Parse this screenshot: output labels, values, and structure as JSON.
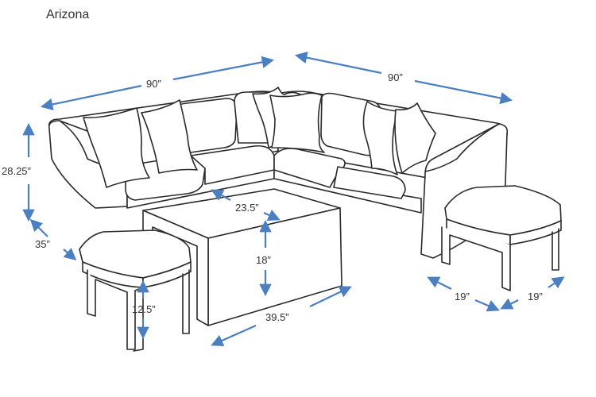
{
  "title": "Arizona",
  "colors": {
    "arrow": "#4a7fc1",
    "outline": "#2a2a2a"
  },
  "dimensions": {
    "sofa_left_width": "90”",
    "sofa_right_width": "90”",
    "sofa_height": "28.25”",
    "sofa_depth": "35”",
    "table_depth": "23.5”",
    "table_height": "18”",
    "table_width": "39.5”",
    "stool_height": "12.5”",
    "stool_width": "19”",
    "stool_depth": "19”"
  }
}
